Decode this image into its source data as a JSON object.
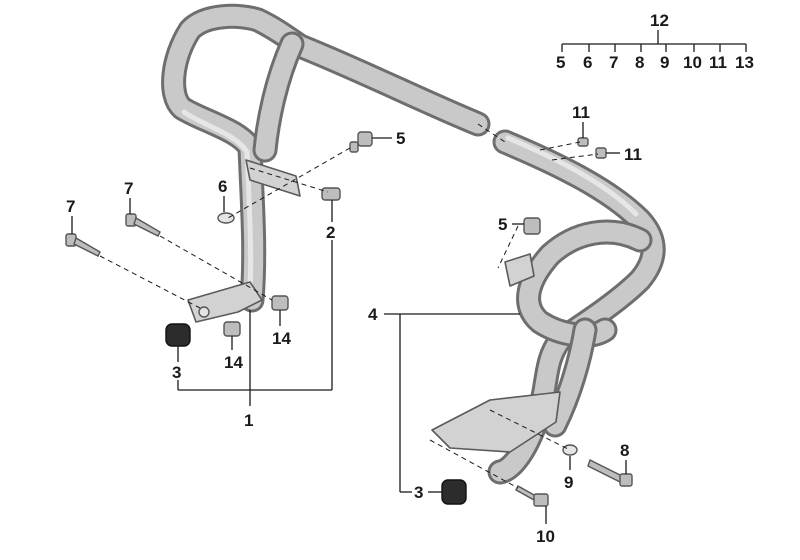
{
  "labels": {
    "l1": "1",
    "l2": "2",
    "l3a": "3",
    "l3b": "3",
    "l4": "4",
    "l5a": "5",
    "l5b": "5",
    "l6": "6",
    "l7a": "7",
    "l7b": "7",
    "l8": "8",
    "l9": "9",
    "l10": "10",
    "l11a": "11",
    "l11b": "11",
    "l12": "12",
    "l14a": "14",
    "l14b": "14"
  },
  "kit": {
    "items": [
      "5",
      "6",
      "7",
      "8",
      "9",
      "10",
      "11",
      "13"
    ]
  },
  "colors": {
    "tube": "#c9c9c9",
    "tube_edge": "#6e6e6e",
    "rubber": "#2c2c2c",
    "ink": "#1a1a1a"
  }
}
